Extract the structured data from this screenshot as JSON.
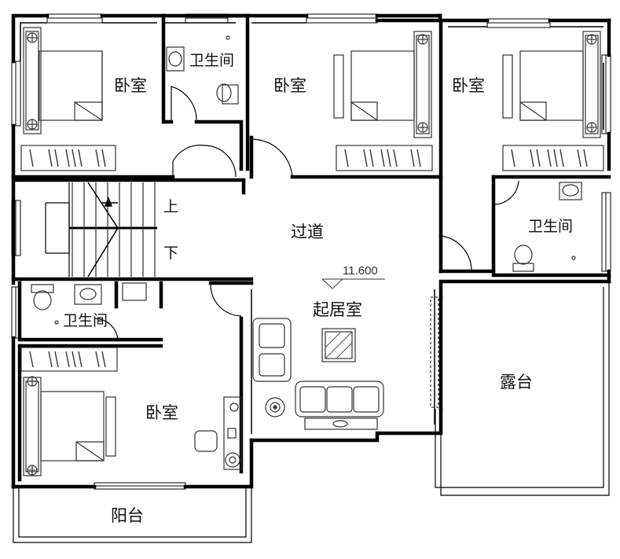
{
  "rooms": {
    "bedroom_nw": "卧室",
    "bath_n": "卫生间",
    "bedroom_n": "卧室",
    "bedroom_ne": "卧室",
    "bath_e": "卫生间",
    "bath_w": "卫生间",
    "bedroom_sw": "卧室",
    "corridor": "过道",
    "living": "起居室",
    "terrace": "露台",
    "balcony": "阳台"
  },
  "stairs": {
    "up": "上",
    "down": "下"
  },
  "elevation": "11.600",
  "colors": {
    "wall": "#000000",
    "furniture": "#333333",
    "hatch": "#555555",
    "background": "#ffffff"
  }
}
